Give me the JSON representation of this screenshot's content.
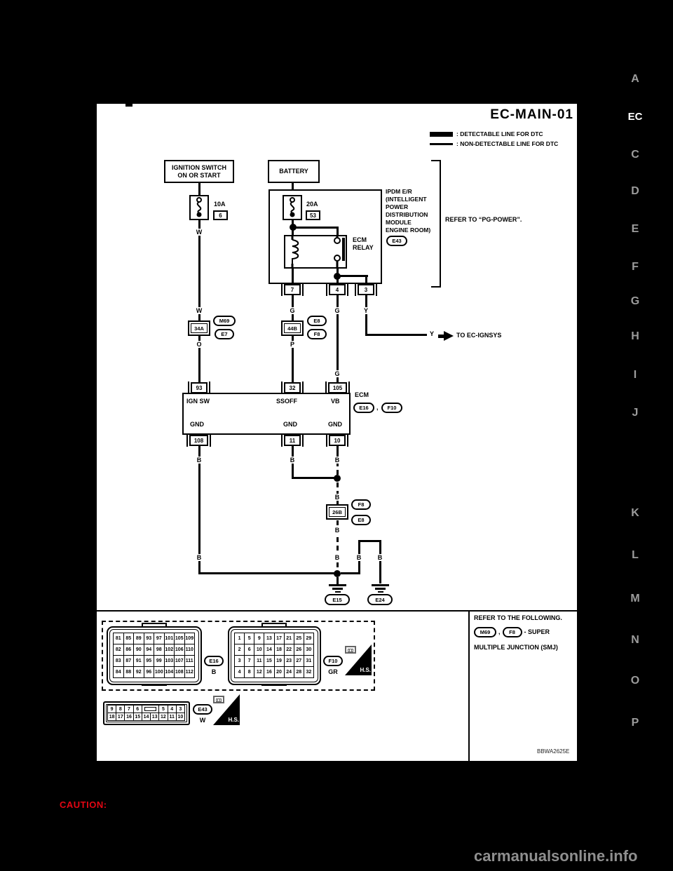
{
  "sidebar": {
    "letters": [
      "A",
      "EC",
      "C",
      "D",
      "E",
      "F",
      "G",
      "H",
      "I",
      "J",
      "K",
      "L",
      "M",
      "N",
      "O",
      "P"
    ],
    "active": "EC"
  },
  "footer": {
    "caution": "CAUTION:",
    "watermark": "carmanualsonline.info"
  },
  "diagram": {
    "title": "EC-MAIN-01",
    "doc_code": "BBWA2625E",
    "legend": {
      "detectable": ": DETECTABLE LINE FOR DTC",
      "non_detectable": ": NON-DETECTABLE LINE FOR DTC"
    },
    "ignition": {
      "line1": "IGNITION SWITCH",
      "line2": "ON OR START"
    },
    "battery": "BATTERY",
    "fuse1": {
      "amp": "10A",
      "num": "6"
    },
    "fuse2": {
      "amp": "20A",
      "num": "53"
    },
    "ipdm": {
      "lines": [
        "IPDM E/R",
        "(INTELLIGENT",
        "POWER",
        "DISTRIBUTION",
        "MODULE",
        "ENGINE ROOM)"
      ],
      "refer": "REFER TO “PG-POWER”.",
      "relay1": "ECM",
      "relay2": "RELAY"
    },
    "terminals": {
      "t7": "7",
      "t4": "4",
      "t3": "3",
      "t93": "93",
      "t32": "32",
      "t105": "105",
      "t108": "108",
      "t11": "11",
      "t10": "10"
    },
    "smj": {
      "c34a": "34A",
      "c44b": "44B",
      "c26b": "26B"
    },
    "ovals": {
      "m69": "M69",
      "e7": "E7",
      "e8": "E8",
      "f8": "F8",
      "e16": "E16",
      "f10": "F10",
      "e43": "E43",
      "e15": "E15",
      "e24": "E24"
    },
    "wires": {
      "w": "W",
      "o": "O",
      "g": "G",
      "p": "P",
      "y": "Y",
      "b": "B"
    },
    "ecm": {
      "name": "ECM",
      "pin_ign": "IGN SW",
      "pin_ssoff": "SSOFF",
      "pin_vb": "VB",
      "pin_gnd": "GND",
      "comma": ","
    },
    "to_ignsys": "TO EC-IGNSYS",
    "connector_view": {
      "hs": "H.S.",
      "e16": {
        "color": "B",
        "rows": [
          [
            "81",
            "85",
            "89",
            "93",
            "97",
            "101",
            "105",
            "109"
          ],
          [
            "82",
            "86",
            "90",
            "94",
            "98",
            "102",
            "106",
            "110"
          ],
          [
            "83",
            "87",
            "91",
            "95",
            "99",
            "103",
            "107",
            "111"
          ],
          [
            "84",
            "88",
            "92",
            "96",
            "100",
            "104",
            "108",
            "112"
          ]
        ]
      },
      "f10": {
        "color": "GR",
        "rows": [
          [
            "1",
            "5",
            "9",
            "13",
            "17",
            "21",
            "25",
            "29"
          ],
          [
            "2",
            "6",
            "10",
            "14",
            "18",
            "22",
            "26",
            "30"
          ],
          [
            "3",
            "7",
            "11",
            "15",
            "19",
            "23",
            "27",
            "31"
          ],
          [
            "4",
            "8",
            "12",
            "16",
            "20",
            "24",
            "28",
            "32"
          ]
        ]
      },
      "e43": {
        "color": "W",
        "rows": [
          [
            "9",
            "8",
            "7",
            "6",
            "",
            "5",
            "4",
            "3"
          ],
          [
            "18",
            "17",
            "16",
            "15",
            "14",
            "13",
            "12",
            "11",
            "10"
          ]
        ]
      }
    },
    "refer_note": {
      "line1": "REFER TO THE FOLLOWING.",
      "comma": ",",
      "suffix": "- SUPER",
      "line2": "MULTIPLE JUNCTION (SMJ)"
    }
  }
}
